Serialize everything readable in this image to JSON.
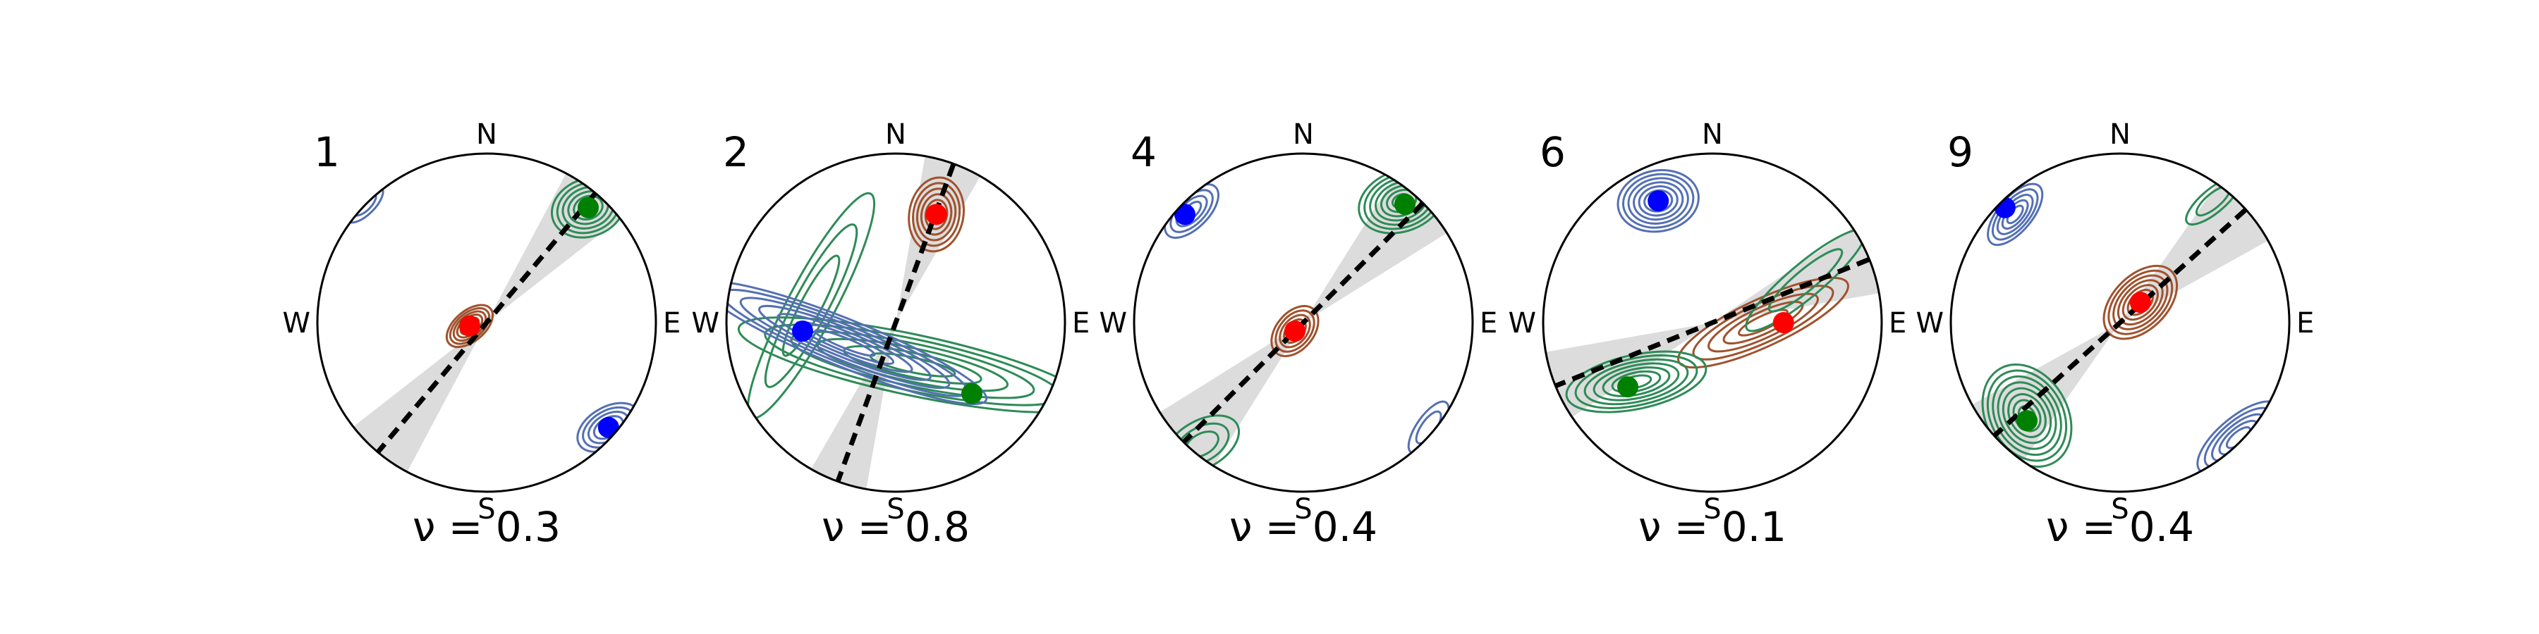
{
  "chart_data": [
    {
      "type": "scatter",
      "panel_label": "1",
      "compass": {
        "north": "N",
        "south": "S",
        "east": "E",
        "west": "W"
      },
      "nu_text": "ν = 0.3",
      "nu_value": 0.3,
      "axis_azimuth_deg": 40,
      "cone_halfwidth_deg": 12,
      "points": [
        {
          "color": "#ff0000",
          "x": -0.1,
          "y": -0.02
        },
        {
          "color": "#008000",
          "x": 0.6,
          "y": 0.68
        },
        {
          "color": "#0000ff",
          "x": 0.72,
          "y": -0.62
        }
      ],
      "contours": [
        {
          "color": "#a0522d",
          "x": -0.1,
          "y": -0.02,
          "rx": 0.16,
          "ry": 0.09,
          "angle": 40,
          "levels": 6
        },
        {
          "color": "#2e8b57",
          "x": 0.6,
          "y": 0.68,
          "rx": 0.22,
          "ry": 0.17,
          "angle": 20,
          "levels": 6
        },
        {
          "color": "#5470b4",
          "x": 0.72,
          "y": -0.62,
          "rx": 0.2,
          "ry": 0.12,
          "angle": 30,
          "levels": 5
        },
        {
          "color": "#5470b4",
          "x": -0.72,
          "y": 0.7,
          "rx": 0.14,
          "ry": 0.06,
          "angle": 45,
          "levels": 2
        }
      ]
    },
    {
      "type": "scatter",
      "panel_label": "2",
      "compass": {
        "north": "N",
        "south": "S",
        "east": "E",
        "west": "W"
      },
      "nu_text": "ν = 0.8",
      "nu_value": 0.8,
      "axis_azimuth_deg": 20,
      "cone_halfwidth_deg": 10,
      "points": [
        {
          "color": "#ff0000",
          "x": 0.24,
          "y": 0.64
        },
        {
          "color": "#0000ff",
          "x": -0.55,
          "y": -0.05
        },
        {
          "color": "#008000",
          "x": 0.45,
          "y": -0.42
        }
      ],
      "contours": [
        {
          "color": "#a0522d",
          "x": 0.24,
          "y": 0.64,
          "rx": 0.22,
          "ry": 0.16,
          "angle": 80,
          "levels": 6
        },
        {
          "color": "#2e8b57",
          "x": 0.1,
          "y": -0.25,
          "rx": 1.05,
          "ry": 0.18,
          "angle": -12,
          "levels": 6
        },
        {
          "color": "#2e8b57",
          "x": -0.5,
          "y": 0.1,
          "rx": 0.75,
          "ry": 0.14,
          "angle": 62,
          "levels": 3
        },
        {
          "color": "#5470b4",
          "x": -0.3,
          "y": -0.12,
          "rx": 0.9,
          "ry": 0.14,
          "angle": -22,
          "levels": 7
        }
      ]
    },
    {
      "type": "scatter",
      "panel_label": "4",
      "compass": {
        "north": "N",
        "south": "S",
        "east": "E",
        "west": "W"
      },
      "nu_text": "ν = 0.4",
      "nu_value": 0.4,
      "axis_azimuth_deg": 45,
      "cone_halfwidth_deg": 13,
      "points": [
        {
          "color": "#ff0000",
          "x": -0.05,
          "y": -0.05
        },
        {
          "color": "#008000",
          "x": 0.6,
          "y": 0.7
        },
        {
          "color": "#0000ff",
          "x": -0.7,
          "y": 0.64
        }
      ],
      "contours": [
        {
          "color": "#a0522d",
          "x": -0.05,
          "y": -0.05,
          "rx": 0.17,
          "ry": 0.11,
          "angle": 50,
          "levels": 5
        },
        {
          "color": "#2e8b57",
          "x": 0.58,
          "y": 0.72,
          "rx": 0.26,
          "ry": 0.18,
          "angle": 20,
          "levels": 7
        },
        {
          "color": "#5470b4",
          "x": -0.66,
          "y": 0.66,
          "rx": 0.2,
          "ry": 0.1,
          "angle": 45,
          "levels": 4
        },
        {
          "color": "#2e8b57",
          "x": -0.6,
          "y": -0.72,
          "rx": 0.24,
          "ry": 0.14,
          "angle": 30,
          "levels": 3
        },
        {
          "color": "#5470b4",
          "x": 0.74,
          "y": -0.62,
          "rx": 0.18,
          "ry": 0.07,
          "angle": 55,
          "levels": 2
        }
      ]
    },
    {
      "type": "scatter",
      "panel_label": "6",
      "compass": {
        "north": "N",
        "south": "S",
        "east": "E",
        "west": "W"
      },
      "nu_text": "ν = 0.1",
      "nu_value": 0.1,
      "axis_azimuth_deg": 68,
      "cone_halfwidth_deg": 12,
      "points": [
        {
          "color": "#0000ff",
          "x": -0.32,
          "y": 0.72
        },
        {
          "color": "#ff0000",
          "x": 0.42,
          "y": 0.0
        },
        {
          "color": "#008000",
          "x": -0.5,
          "y": -0.38
        }
      ],
      "contours": [
        {
          "color": "#5470b4",
          "x": -0.32,
          "y": 0.72,
          "rx": 0.24,
          "ry": 0.18,
          "angle": 10,
          "levels": 7
        },
        {
          "color": "#a0522d",
          "x": 0.3,
          "y": 0.0,
          "rx": 0.55,
          "ry": 0.14,
          "angle": 25,
          "levels": 5
        },
        {
          "color": "#2e8b57",
          "x": -0.45,
          "y": -0.35,
          "rx": 0.42,
          "ry": 0.16,
          "angle": 12,
          "levels": 7
        },
        {
          "color": "#2e8b57",
          "x": 0.55,
          "y": 0.25,
          "rx": 0.45,
          "ry": 0.1,
          "angle": 40,
          "levels": 2
        }
      ]
    },
    {
      "type": "scatter",
      "panel_label": "9",
      "compass": {
        "north": "N",
        "south": "S",
        "east": "E",
        "west": "W"
      },
      "nu_text": "ν = 0.4",
      "nu_value": 0.4,
      "axis_azimuth_deg": 48,
      "cone_halfwidth_deg": 13,
      "points": [
        {
          "color": "#ff0000",
          "x": 0.12,
          "y": 0.12
        },
        {
          "color": "#008000",
          "x": -0.55,
          "y": -0.58
        },
        {
          "color": "#0000ff",
          "x": -0.68,
          "y": 0.68
        }
      ],
      "contours": [
        {
          "color": "#a0522d",
          "x": 0.12,
          "y": 0.12,
          "rx": 0.26,
          "ry": 0.16,
          "angle": 45,
          "levels": 7
        },
        {
          "color": "#2e8b57",
          "x": -0.55,
          "y": -0.55,
          "rx": 0.32,
          "ry": 0.24,
          "angle": -60,
          "levels": 8
        },
        {
          "color": "#5470b4",
          "x": -0.62,
          "y": 0.64,
          "rx": 0.22,
          "ry": 0.1,
          "angle": 50,
          "levels": 5
        },
        {
          "color": "#5470b4",
          "x": 0.7,
          "y": -0.68,
          "rx": 0.3,
          "ry": 0.12,
          "angle": 40,
          "levels": 5
        },
        {
          "color": "#2e8b57",
          "x": 0.55,
          "y": 0.72,
          "rx": 0.2,
          "ry": 0.07,
          "angle": 40,
          "levels": 2
        }
      ]
    }
  ]
}
